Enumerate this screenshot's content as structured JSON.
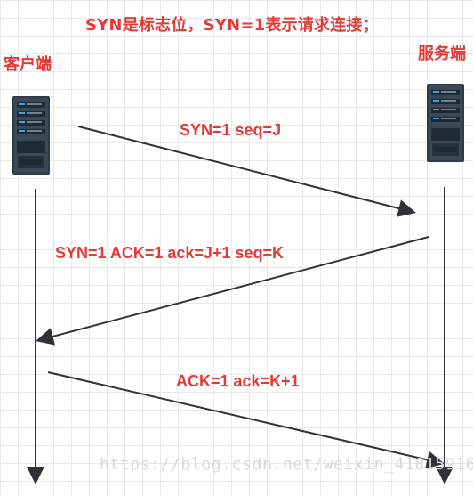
{
  "title": "SYN是标志位，SYN=1表示请求连接；",
  "client": {
    "label": "客户端",
    "icon": "server-icon"
  },
  "server": {
    "label": "服务端",
    "icon": "server-icon"
  },
  "messages": [
    {
      "label": "SYN=1 seq=J"
    },
    {
      "label": "SYN=1 ACK=1 ack=J+1 seq=K"
    },
    {
      "label": "ACK=1 ack=K+1"
    }
  ],
  "watermark": "https://blog.csdn.net/weixin_41815916",
  "colors": {
    "label_red": "#e53935",
    "line_dark": "#2f3236",
    "server_body": "#2f3b47",
    "server_highlight": "#3aa6ea"
  }
}
